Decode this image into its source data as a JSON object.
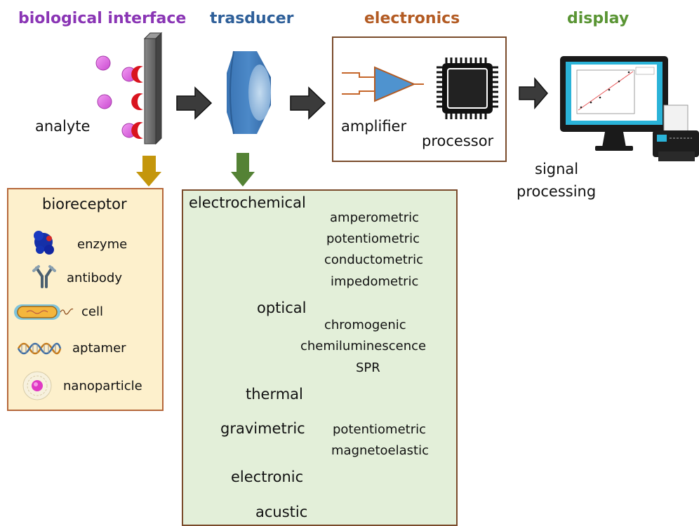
{
  "headers": {
    "biological_interface": "biological interface",
    "transducer": "trasducer",
    "electronics": "electronics",
    "display": "display"
  },
  "colors": {
    "bio_header": "#8a35b5",
    "trans_header": "#2e5f99",
    "elec_header": "#b35b23",
    "display_header": "#5a9534",
    "arrow_gold": "#c4960c",
    "arrow_green": "#548235",
    "bio_box_fill": "#fdf0cc",
    "trans_box_fill": "#e3efd9"
  },
  "labels": {
    "analyte": "analyte",
    "amplifier": "amplifier",
    "processor": "processor",
    "signal": "signal",
    "processing": "processing"
  },
  "bioreceptor": {
    "title": "bioreceptor",
    "items": [
      {
        "label": "enzyme",
        "icon": "enzyme-icon"
      },
      {
        "label": "antibody",
        "icon": "antibody-icon"
      },
      {
        "label": "cell",
        "icon": "cell-icon"
      },
      {
        "label": "aptamer",
        "icon": "aptamer-icon"
      },
      {
        "label": "nanoparticle",
        "icon": "nanoparticle-icon"
      }
    ]
  },
  "transducers": {
    "electrochemical": {
      "label": "electrochemical",
      "subs": [
        "amperometric",
        "potentiometric",
        "conductometric",
        "impedometric"
      ]
    },
    "optical": {
      "label": "optical",
      "subs": [
        "chromogenic",
        "chemiluminescence",
        "SPR"
      ]
    },
    "thermal": {
      "label": "thermal"
    },
    "gravimetric": {
      "label": "gravimetric",
      "subs": [
        "potentiometric",
        "magnetoelastic"
      ]
    },
    "electronic": {
      "label": "electronic"
    },
    "acustic": {
      "label": "acustic"
    }
  }
}
